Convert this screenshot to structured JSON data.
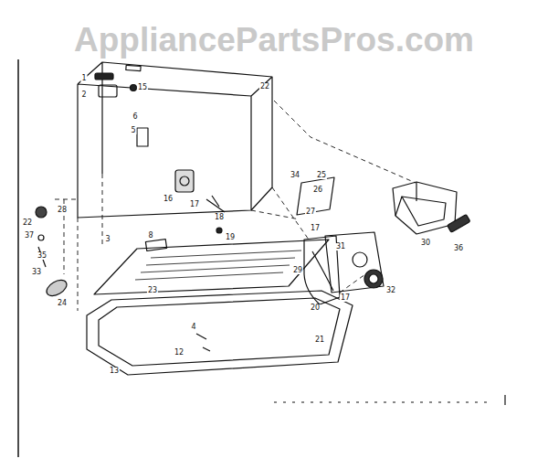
{
  "diagram": {
    "labels": [
      "AppliancePartsPros.com",
      "1",
      "15",
      "2",
      "22",
      "6",
      "5",
      "16",
      "17",
      "18",
      "19",
      "34",
      "25",
      "26",
      "27",
      "17",
      "28",
      "22",
      "37",
      "35",
      "33",
      "24",
      "3",
      "8",
      "23",
      "29",
      "20",
      "17",
      "31",
      "32",
      "30",
      "36",
      "21",
      "4",
      "12",
      "13"
    ]
  }
}
